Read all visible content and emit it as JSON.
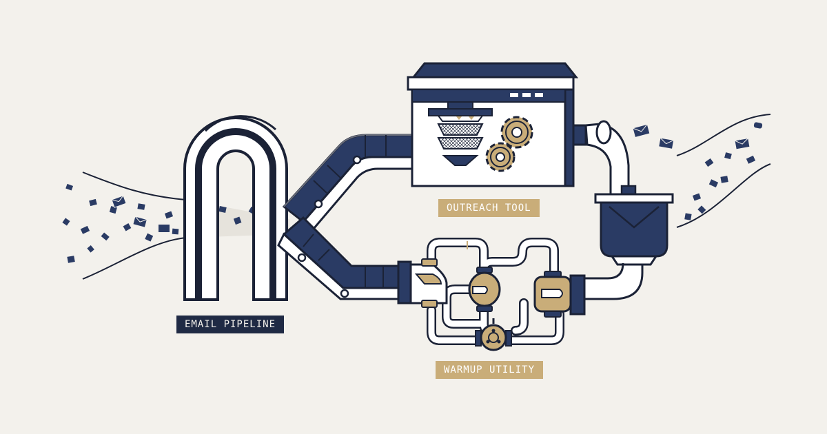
{
  "labels": {
    "pipeline": "EMAIL PIPELINE",
    "outreach": "OUTREACH TOOL",
    "warmup": "WARMUP UTILITY"
  },
  "colors": {
    "navy": "#2a3b64",
    "ink": "#1b2236",
    "gold": "#c9ad79",
    "paper": "#f3f1ec",
    "white": "#ffffff"
  }
}
